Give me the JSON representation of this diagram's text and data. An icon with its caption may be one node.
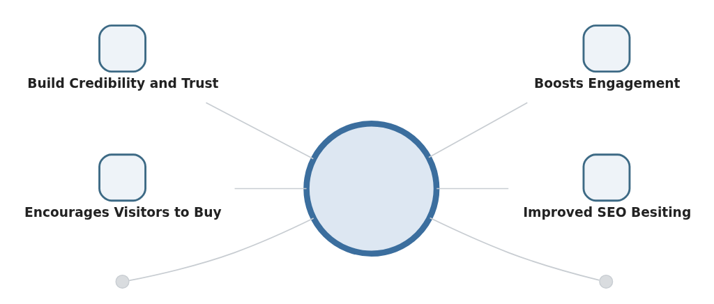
{
  "diagram": {
    "nodes": [
      {
        "text": [],
        "shape": "circle"
      },
      {
        "text": [
          "Build Credibility and Trust"
        ]
      },
      {
        "text": [
          "Boosts Engagement"
        ]
      },
      {
        "text": [
          "Encourages Visitors to Buy"
        ]
      },
      {
        "text": [
          "Improved SEO Besiting"
        ]
      },
      {
        "text": [],
        "shape": "circle"
      },
      {
        "text": [],
        "shape": "circle"
      }
    ],
    "edges": [
      {
        "from": 1,
        "to": 0,
        "arrow": "none"
      },
      {
        "from": 5,
        "to": 0,
        "arrow": "none"
      },
      {
        "from": 3,
        "to": 0,
        "arrow": "none"
      },
      {
        "from": 0,
        "to": 2,
        "arrow": "none"
      },
      {
        "from": 0,
        "to": 6,
        "arrow": "none"
      },
      {
        "from": 0,
        "to": 4,
        "arrow": "none"
      }
    ]
  }
}
